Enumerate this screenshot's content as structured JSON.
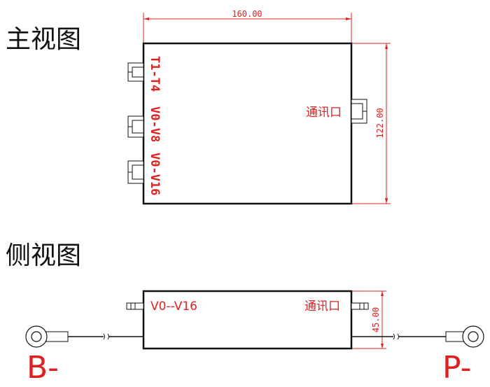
{
  "front_view": {
    "title": "主视图",
    "width_dim": "160.00",
    "height_dim": "122.00",
    "label_t": "T1-T4",
    "label_v8": "V0-V8",
    "label_v16": "V0-V16",
    "comm_port": "通讯口"
  },
  "side_view": {
    "title": "侧视图",
    "label_v16": "V0--V16",
    "comm_port": "通讯口",
    "height_dim": "45.00",
    "negative_b": "B-",
    "negative_p": "P-"
  },
  "colors": {
    "annotation": "#e02020",
    "outline": "#111111"
  }
}
